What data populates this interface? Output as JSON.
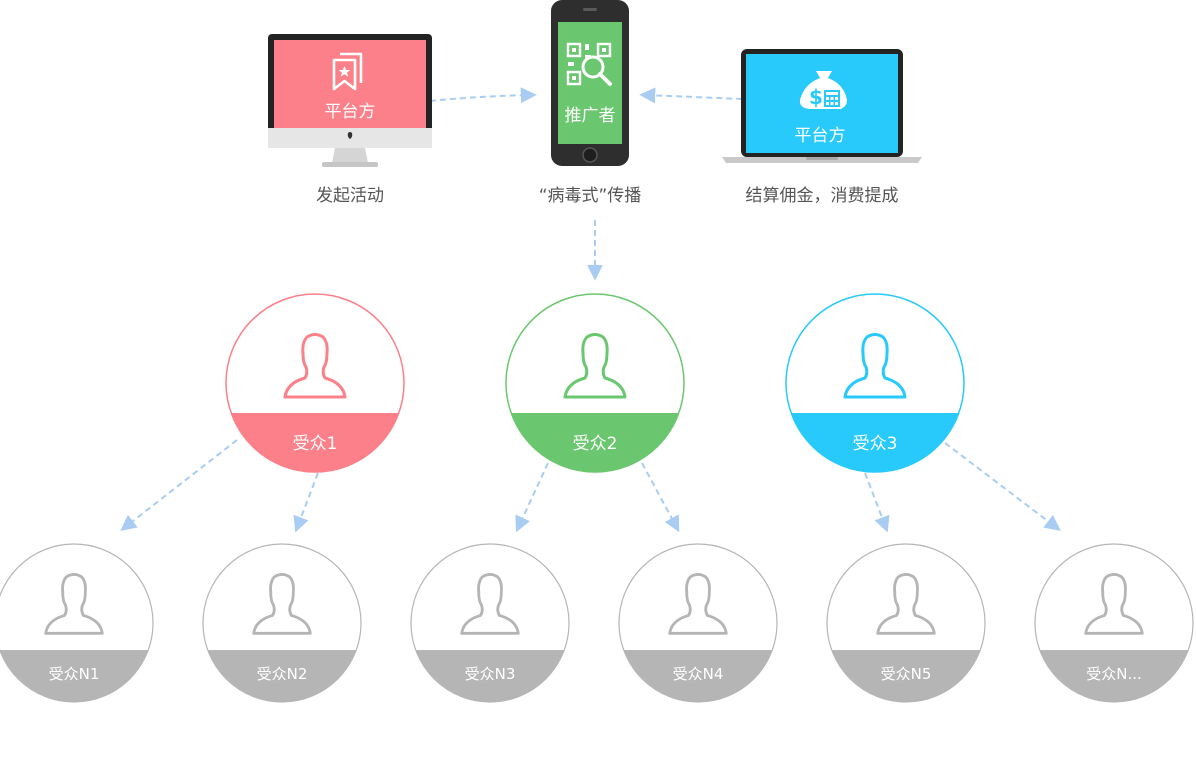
{
  "devices": {
    "monitor": {
      "label": "平台方",
      "caption": "发起活动",
      "color": "#fb8089"
    },
    "phone": {
      "label": "推广者",
      "caption": "“病毒式”传播",
      "color": "#6bc76f"
    },
    "laptop": {
      "label": "平台方",
      "caption": "结算佣金，消费提成",
      "color": "#28c9fb"
    }
  },
  "audiences": [
    {
      "label": "受众1",
      "color": "#fb8089"
    },
    {
      "label": "受众2",
      "color": "#6bc76f"
    },
    {
      "label": "受众3",
      "color": "#28c9fb"
    }
  ],
  "sub_audiences": [
    {
      "label": "受众N1"
    },
    {
      "label": "受众N2"
    },
    {
      "label": "受众N3"
    },
    {
      "label": "受众N4"
    },
    {
      "label": "受众N5"
    },
    {
      "label": "受众N..."
    }
  ],
  "colors": {
    "gray": "#b5b5b5",
    "arrow": "#a9cdf2",
    "caption": "#555555"
  }
}
